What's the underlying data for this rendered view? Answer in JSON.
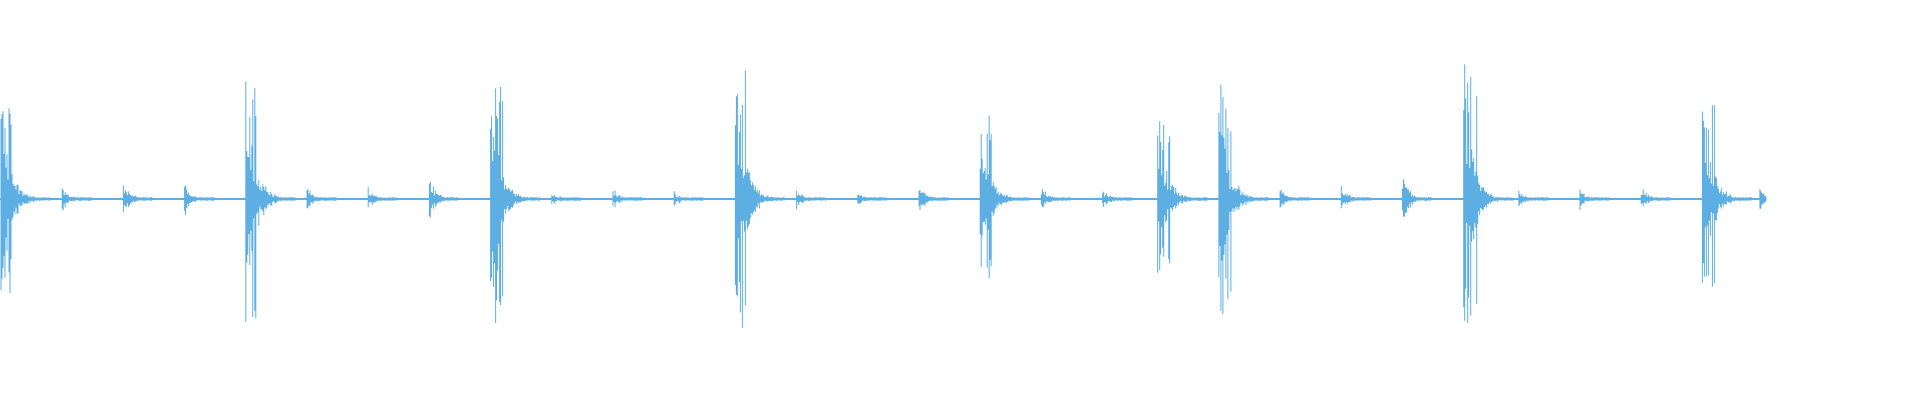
{
  "waveform": {
    "color": "#5daee3",
    "background": "#ffffff",
    "events": [
      {
        "onset_beat": 0,
        "peak": 0.49
      },
      {
        "onset_beat": 1,
        "peak": 0.06
      },
      {
        "onset_beat": 2,
        "peak": 0.09
      },
      {
        "onset_beat": 3,
        "peak": 0.09
      },
      {
        "onset_beat": 4,
        "peak": 0.58
      },
      {
        "onset_beat": 5,
        "peak": 0.06
      },
      {
        "onset_beat": 6,
        "peak": 0.06
      },
      {
        "onset_beat": 7,
        "peak": 0.11
      },
      {
        "onset_beat": 8,
        "peak": 0.54
      },
      {
        "onset_beat": 9,
        "peak": 0.04
      },
      {
        "onset_beat": 10,
        "peak": 0.05
      },
      {
        "onset_beat": 11,
        "peak": 0.04
      },
      {
        "onset_beat": 12,
        "peak": 0.62
      },
      {
        "onset_beat": 13,
        "peak": 0.05
      },
      {
        "onset_beat": 14,
        "peak": 0.03
      },
      {
        "onset_beat": 15,
        "peak": 0.07
      },
      {
        "onset_beat": 16,
        "peak": 0.38
      },
      {
        "onset_beat": 17,
        "peak": 0.06
      },
      {
        "onset_beat": 18,
        "peak": 0.05
      },
      {
        "onset_beat": 18.9,
        "peak": 0.37
      },
      {
        "onset_beat": 19.9,
        "peak": 0.54
      },
      {
        "onset_beat": 20.9,
        "peak": 0.05
      },
      {
        "onset_beat": 21.9,
        "peak": 0.06
      },
      {
        "onset_beat": 22.9,
        "peak": 0.13
      },
      {
        "onset_beat": 23.9,
        "peak": 0.58
      },
      {
        "onset_beat": 24.8,
        "peak": 0.04
      },
      {
        "onset_beat": 25.8,
        "peak": 0.05
      },
      {
        "onset_beat": 26.8,
        "peak": 0.06
      },
      {
        "onset_beat": 27.8,
        "peak": 0.49
      },
      {
        "onset_beat": 28.74,
        "peak": 0.05
      }
    ]
  }
}
